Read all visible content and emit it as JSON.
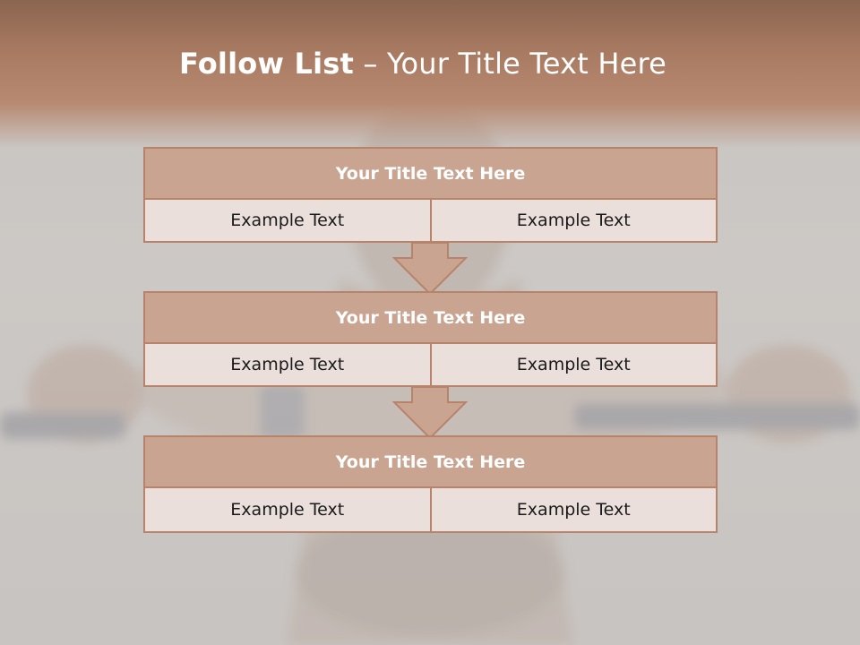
{
  "slide": {
    "title_bold": "Follow List",
    "title_rest": " – Your Title Text Here"
  },
  "blocks": [
    {
      "title": "Your Title Text Here",
      "cells": [
        "Example Text",
        "Example Text"
      ]
    },
    {
      "title": "Your Title Text Here",
      "cells": [
        "Example Text",
        "Example Text"
      ]
    },
    {
      "title": "Your Title Text Here",
      "cells": [
        "Example Text",
        "Example Text"
      ]
    }
  ],
  "colors": {
    "accent": "#b7836a",
    "header_fill": "#c9a491",
    "cell_fill": "#ebdfdc",
    "top_band": "#a87a62"
  },
  "icons": {
    "arrow": "down-arrow-icon"
  }
}
